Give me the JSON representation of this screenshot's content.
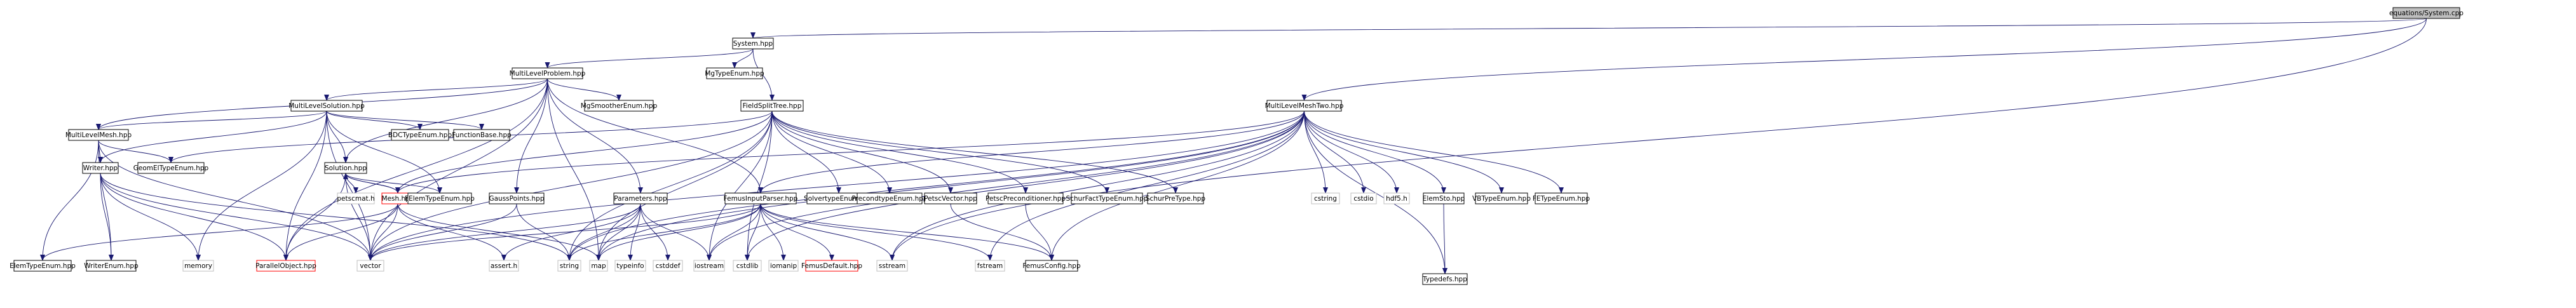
{
  "colors": {
    "edge": "#191970",
    "node_border": "#000000",
    "node_fill": "#ffffff",
    "root_fill": "#bfbfbf",
    "system_border": "#bfbfbf",
    "missing_border": "#ff0000"
  },
  "nodes": [
    {
      "id": "root",
      "label": "equations/System.cpp",
      "style": "root"
    },
    {
      "id": "system",
      "label": "System.hpp",
      "style": "normal"
    },
    {
      "id": "mlp",
      "label": "MultiLevelProblem.hpp",
      "style": "normal"
    },
    {
      "id": "mgtype",
      "label": "MgTypeEnum.hpp",
      "style": "normal"
    },
    {
      "id": "mlsol",
      "label": "MultiLevelSolution.hpp",
      "style": "normal"
    },
    {
      "id": "mgsmoother",
      "label": "MgSmootherEnum.hpp",
      "style": "normal"
    },
    {
      "id": "fst",
      "label": "FieldSplitTree.hpp",
      "style": "normal"
    },
    {
      "id": "mlmeshtwo",
      "label": "MultiLevelMeshTwo.hpp",
      "style": "normal"
    },
    {
      "id": "mlmesh",
      "label": "MultiLevelMesh.hpp",
      "style": "normal"
    },
    {
      "id": "bdc",
      "label": "BDCTypeEnum.hpp",
      "style": "normal"
    },
    {
      "id": "funcbase",
      "label": "FunctionBase.hpp",
      "style": "normal"
    },
    {
      "id": "solution",
      "label": "Solution.hpp",
      "style": "normal"
    },
    {
      "id": "writer",
      "label": "Writer.hpp",
      "style": "normal"
    },
    {
      "id": "geomel",
      "label": "GeomElTypeEnum.hpp",
      "style": "normal"
    },
    {
      "id": "mesh",
      "label": "Mesh.hpp",
      "style": "missing"
    },
    {
      "id": "petscmat",
      "label": "petscmat.h",
      "style": "system"
    },
    {
      "id": "felem",
      "label": "FElemTypeEnum.hpp",
      "style": "normal"
    },
    {
      "id": "gauss",
      "label": "GaussPoints.hpp",
      "style": "normal"
    },
    {
      "id": "params",
      "label": "Parameters.hpp",
      "style": "normal"
    },
    {
      "id": "femusparser",
      "label": "FemusInputParser.hpp",
      "style": "normal"
    },
    {
      "id": "solvertype",
      "label": "SolvertypeEnum.hpp",
      "style": "normal"
    },
    {
      "id": "precond",
      "label": "PrecondtypeEnum.hpp",
      "style": "normal"
    },
    {
      "id": "petscvec",
      "label": "PetscVector.hpp",
      "style": "normal"
    },
    {
      "id": "petscprec",
      "label": "PetscPreconditioner.hpp",
      "style": "normal"
    },
    {
      "id": "schurfact",
      "label": "SchurFactTypeEnum.hpp",
      "style": "normal"
    },
    {
      "id": "schurpre",
      "label": "SchurPreType.hpp",
      "style": "normal"
    },
    {
      "id": "cstring",
      "label": "cstring",
      "style": "system"
    },
    {
      "id": "cstdio",
      "label": "cstdio",
      "style": "system"
    },
    {
      "id": "hdf5",
      "label": "hdf5.h",
      "style": "system"
    },
    {
      "id": "elemsto",
      "label": "ElemSto.hpp",
      "style": "normal"
    },
    {
      "id": "vbtype",
      "label": "VBTypeEnum.hpp",
      "style": "normal"
    },
    {
      "id": "fetype",
      "label": "FETypeEnum.hpp",
      "style": "normal"
    },
    {
      "id": "elemtype",
      "label": "ElemTypeEnum.hpp",
      "style": "normal"
    },
    {
      "id": "writerenum",
      "label": "WriterEnum.hpp",
      "style": "normal"
    },
    {
      "id": "memory",
      "label": "memory",
      "style": "system"
    },
    {
      "id": "parobj",
      "label": "ParallelObject.hpp",
      "style": "missing"
    },
    {
      "id": "vector",
      "label": "vector",
      "style": "system"
    },
    {
      "id": "asserth",
      "label": "assert.h",
      "style": "system"
    },
    {
      "id": "string",
      "label": "string",
      "style": "system"
    },
    {
      "id": "map",
      "label": "map",
      "style": "system"
    },
    {
      "id": "typeinfo",
      "label": "typeinfo",
      "style": "system"
    },
    {
      "id": "cstddef",
      "label": "cstddef",
      "style": "system"
    },
    {
      "id": "iostream",
      "label": "iostream",
      "style": "system"
    },
    {
      "id": "cstdlib",
      "label": "cstdlib",
      "style": "system"
    },
    {
      "id": "iomanip",
      "label": "iomanip",
      "style": "system"
    },
    {
      "id": "femusdefault",
      "label": "FemusDefault.hpp",
      "style": "missing"
    },
    {
      "id": "sstream",
      "label": "sstream",
      "style": "system"
    },
    {
      "id": "fstream",
      "label": "fstream",
      "style": "system"
    },
    {
      "id": "femusconfig",
      "label": "FemusConfig.hpp",
      "style": "normal"
    },
    {
      "id": "typedefs",
      "label": "Typedefs.hpp",
      "style": "normal"
    }
  ],
  "edges": [
    [
      "root",
      "system"
    ],
    [
      "root",
      "mlmeshtwo"
    ],
    [
      "root",
      "sstream"
    ],
    [
      "system",
      "mlp"
    ],
    [
      "system",
      "mgtype"
    ],
    [
      "system",
      "fst"
    ],
    [
      "mlp",
      "mlmesh"
    ],
    [
      "mlp",
      "mlsol"
    ],
    [
      "mlp",
      "mgsmoother"
    ],
    [
      "mlp",
      "solution"
    ],
    [
      "mlp",
      "params"
    ],
    [
      "mlp",
      "femusparser"
    ],
    [
      "mlp",
      "gauss"
    ],
    [
      "mlp",
      "vector"
    ],
    [
      "mlp",
      "map"
    ],
    [
      "mlp",
      "parobj"
    ],
    [
      "mlsol",
      "mlmesh"
    ],
    [
      "mlsol",
      "writer"
    ],
    [
      "mlsol",
      "bdc"
    ],
    [
      "mlsol",
      "funcbase"
    ],
    [
      "mlsol",
      "solution"
    ],
    [
      "mlsol",
      "felem"
    ],
    [
      "mlsol",
      "parobj"
    ],
    [
      "mlsol",
      "vector"
    ],
    [
      "mlsol",
      "memory"
    ],
    [
      "mlmesh",
      "geomel"
    ],
    [
      "mlmesh",
      "writer"
    ],
    [
      "mlmesh",
      "elemtype"
    ],
    [
      "mlmesh",
      "writerenum"
    ],
    [
      "mlmesh",
      "vector"
    ],
    [
      "writer",
      "writerenum"
    ],
    [
      "writer",
      "parobj"
    ],
    [
      "writer",
      "vector"
    ],
    [
      "writer",
      "memory"
    ],
    [
      "writer",
      "string"
    ],
    [
      "solution",
      "mesh"
    ],
    [
      "solution",
      "petscmat"
    ],
    [
      "solution",
      "felem"
    ],
    [
      "solution",
      "parobj"
    ],
    [
      "solution",
      "vector"
    ],
    [
      "mesh",
      "solution"
    ],
    [
      "mesh",
      "elemtype"
    ],
    [
      "mesh",
      "parobj"
    ],
    [
      "mesh",
      "vector"
    ],
    [
      "mesh",
      "map"
    ],
    [
      "mesh",
      "asserth"
    ],
    [
      "gauss",
      "vector"
    ],
    [
      "gauss",
      "string"
    ],
    [
      "params",
      "vector"
    ],
    [
      "params",
      "string"
    ],
    [
      "params",
      "map"
    ],
    [
      "params",
      "typeinfo"
    ],
    [
      "params",
      "cstddef"
    ],
    [
      "params",
      "iostream"
    ],
    [
      "params",
      "asserth"
    ],
    [
      "femusparser",
      "string"
    ],
    [
      "femusparser",
      "map"
    ],
    [
      "femusparser",
      "iostream"
    ],
    [
      "femusparser",
      "cstdlib"
    ],
    [
      "femusparser",
      "iomanip"
    ],
    [
      "femusparser",
      "femusdefault"
    ],
    [
      "femusparser",
      "sstream"
    ],
    [
      "femusparser",
      "fstream"
    ],
    [
      "femusparser",
      "femusconfig"
    ],
    [
      "femusparser",
      "vector"
    ],
    [
      "fst",
      "solvertype"
    ],
    [
      "fst",
      "precond"
    ],
    [
      "fst",
      "petscvec"
    ],
    [
      "fst",
      "petscprec"
    ],
    [
      "fst",
      "schurfact"
    ],
    [
      "fst",
      "schurpre"
    ],
    [
      "fst",
      "mesh"
    ],
    [
      "fst",
      "vector"
    ],
    [
      "fst",
      "string"
    ],
    [
      "fst",
      "iostream"
    ],
    [
      "fst",
      "cstdlib"
    ],
    [
      "fst",
      "map"
    ],
    [
      "fst",
      "geomel"
    ],
    [
      "petscvec",
      "femusconfig"
    ],
    [
      "petscprec",
      "femusconfig"
    ],
    [
      "mlmeshtwo",
      "femusparser"
    ],
    [
      "mlmeshtwo",
      "cstring"
    ],
    [
      "mlmeshtwo",
      "cstdio"
    ],
    [
      "mlmeshtwo",
      "hdf5"
    ],
    [
      "mlmeshtwo",
      "elemsto"
    ],
    [
      "mlmeshtwo",
      "vbtype"
    ],
    [
      "mlmeshtwo",
      "fetype"
    ],
    [
      "mlmeshtwo",
      "typedefs"
    ],
    [
      "mlmeshtwo",
      "femusconfig"
    ],
    [
      "mlmeshtwo",
      "string"
    ],
    [
      "mlmeshtwo",
      "iostream"
    ],
    [
      "mlmeshtwo",
      "vector"
    ],
    [
      "mlmeshtwo",
      "map"
    ],
    [
      "mlmeshtwo",
      "cstdlib"
    ],
    [
      "mlmeshtwo",
      "fstream"
    ],
    [
      "mlmeshtwo",
      "sstream"
    ],
    [
      "mlmeshtwo",
      "mesh"
    ],
    [
      "elemsto",
      "typedefs"
    ]
  ]
}
